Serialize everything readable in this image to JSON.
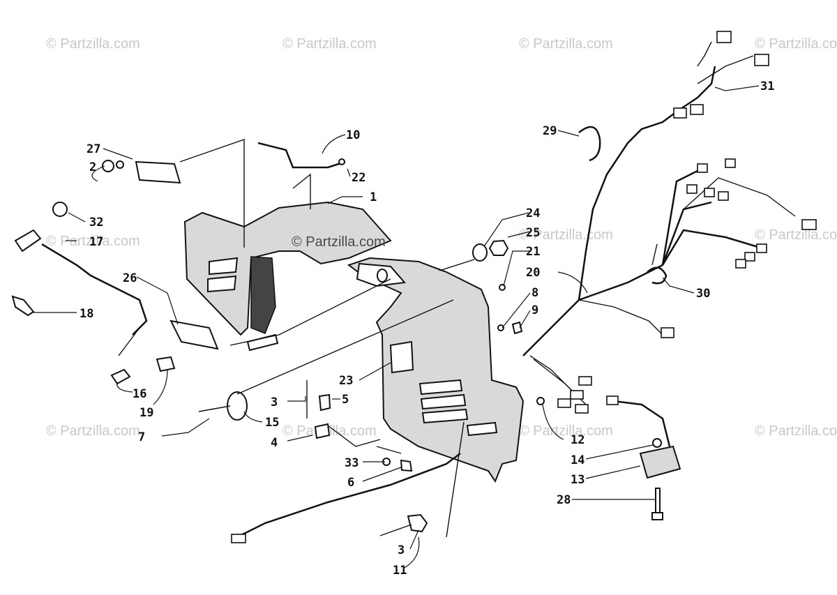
{
  "watermark": {
    "text": "© Partzilla.com",
    "center_text": "© Partzilla.com"
  },
  "callouts": [
    {
      "id": "c1",
      "label": "1"
    },
    {
      "id": "c2",
      "label": "2"
    },
    {
      "id": "c3a",
      "label": "3"
    },
    {
      "id": "c3b",
      "label": "3"
    },
    {
      "id": "c4",
      "label": "4"
    },
    {
      "id": "c5",
      "label": "5"
    },
    {
      "id": "c6",
      "label": "6"
    },
    {
      "id": "c7",
      "label": "7"
    },
    {
      "id": "c8",
      "label": "8"
    },
    {
      "id": "c9",
      "label": "9"
    },
    {
      "id": "c10",
      "label": "10"
    },
    {
      "id": "c11",
      "label": "11"
    },
    {
      "id": "c12",
      "label": "12"
    },
    {
      "id": "c13",
      "label": "13"
    },
    {
      "id": "c14",
      "label": "14"
    },
    {
      "id": "c15",
      "label": "15"
    },
    {
      "id": "c16",
      "label": "16"
    },
    {
      "id": "c17",
      "label": "17"
    },
    {
      "id": "c18",
      "label": "18"
    },
    {
      "id": "c19",
      "label": "19"
    },
    {
      "id": "c20",
      "label": "20"
    },
    {
      "id": "c21",
      "label": "21"
    },
    {
      "id": "c22",
      "label": "22"
    },
    {
      "id": "c23",
      "label": "23"
    },
    {
      "id": "c24",
      "label": "24"
    },
    {
      "id": "c25",
      "label": "25"
    },
    {
      "id": "c26",
      "label": "26"
    },
    {
      "id": "c27",
      "label": "27"
    },
    {
      "id": "c28",
      "label": "28"
    },
    {
      "id": "c29",
      "label": "29"
    },
    {
      "id": "c30",
      "label": "30"
    },
    {
      "id": "c31",
      "label": "31"
    },
    {
      "id": "c32",
      "label": "32"
    },
    {
      "id": "c33",
      "label": "33"
    }
  ]
}
